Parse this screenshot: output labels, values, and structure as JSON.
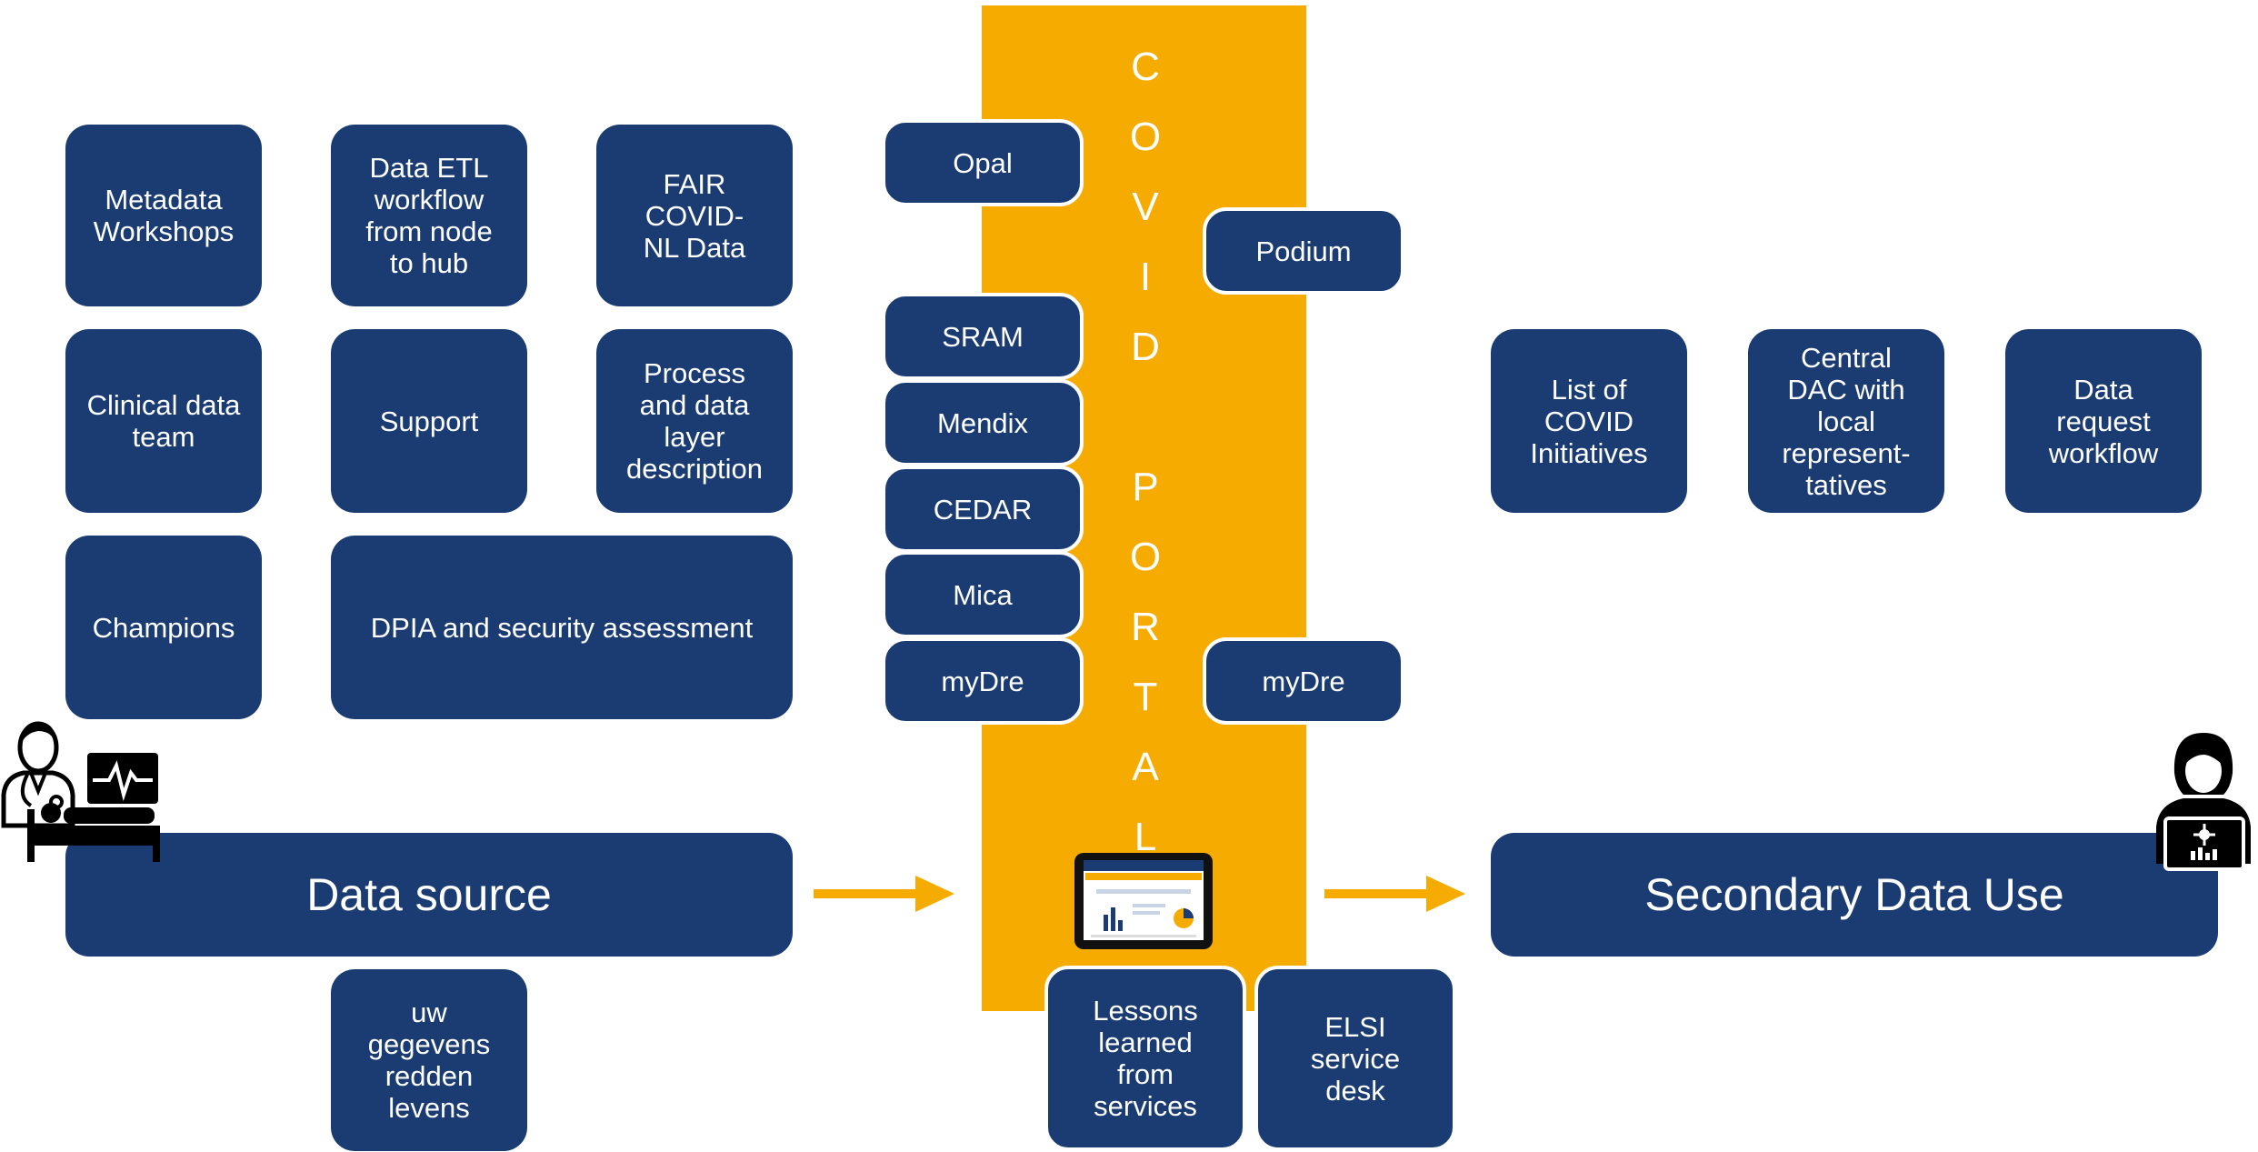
{
  "left_boxes": {
    "metadata_workshops": "Metadata\nWorkshops",
    "data_etl": "Data ETL\nworkflow\nfrom node\nto hub",
    "fair_covid": "FAIR\nCOVID-\nNL Data",
    "clinical_data_team": "Clinical data\nteam",
    "support": "Support",
    "process_data_layer": "Process\nand data\nlayer\ndescription",
    "champions": "Champions",
    "dpia": "DPIA and security assessment",
    "data_source": "Data source",
    "uw_gegevens": "uw\ngegevens\nredden\nlevens"
  },
  "portal": {
    "title_letters": [
      "C",
      "O",
      "V",
      "I",
      "D",
      "",
      "P",
      "O",
      "R",
      "T",
      "A",
      "L"
    ],
    "left_services": [
      "Opal",
      "SRAM",
      "Mendix",
      "CEDAR",
      "Mica",
      "myDre"
    ],
    "right_services": [
      "Podium",
      "myDre"
    ],
    "lessons_learned": "Lessons\nlearned\nfrom\nservices",
    "elsi": "ELSI\nservice\ndesk"
  },
  "right_boxes": {
    "list_covid": "List of\nCOVID\nInitiatives",
    "central_dac": "Central\nDAC with\nlocal\nrepresent-\ntatives",
    "data_request": "Data\nrequest\nworkflow",
    "secondary_data_use": "Secondary Data Use"
  },
  "icons": {
    "doctor_patient": "doctor-patient-monitor-icon",
    "researcher_laptop": "researcher-laptop-icon",
    "tablet": "tablet-dashboard-icon",
    "arrow_color": "#f6ab00"
  },
  "colors": {
    "box": "#1b3c73",
    "portal": "#f6ab00"
  }
}
